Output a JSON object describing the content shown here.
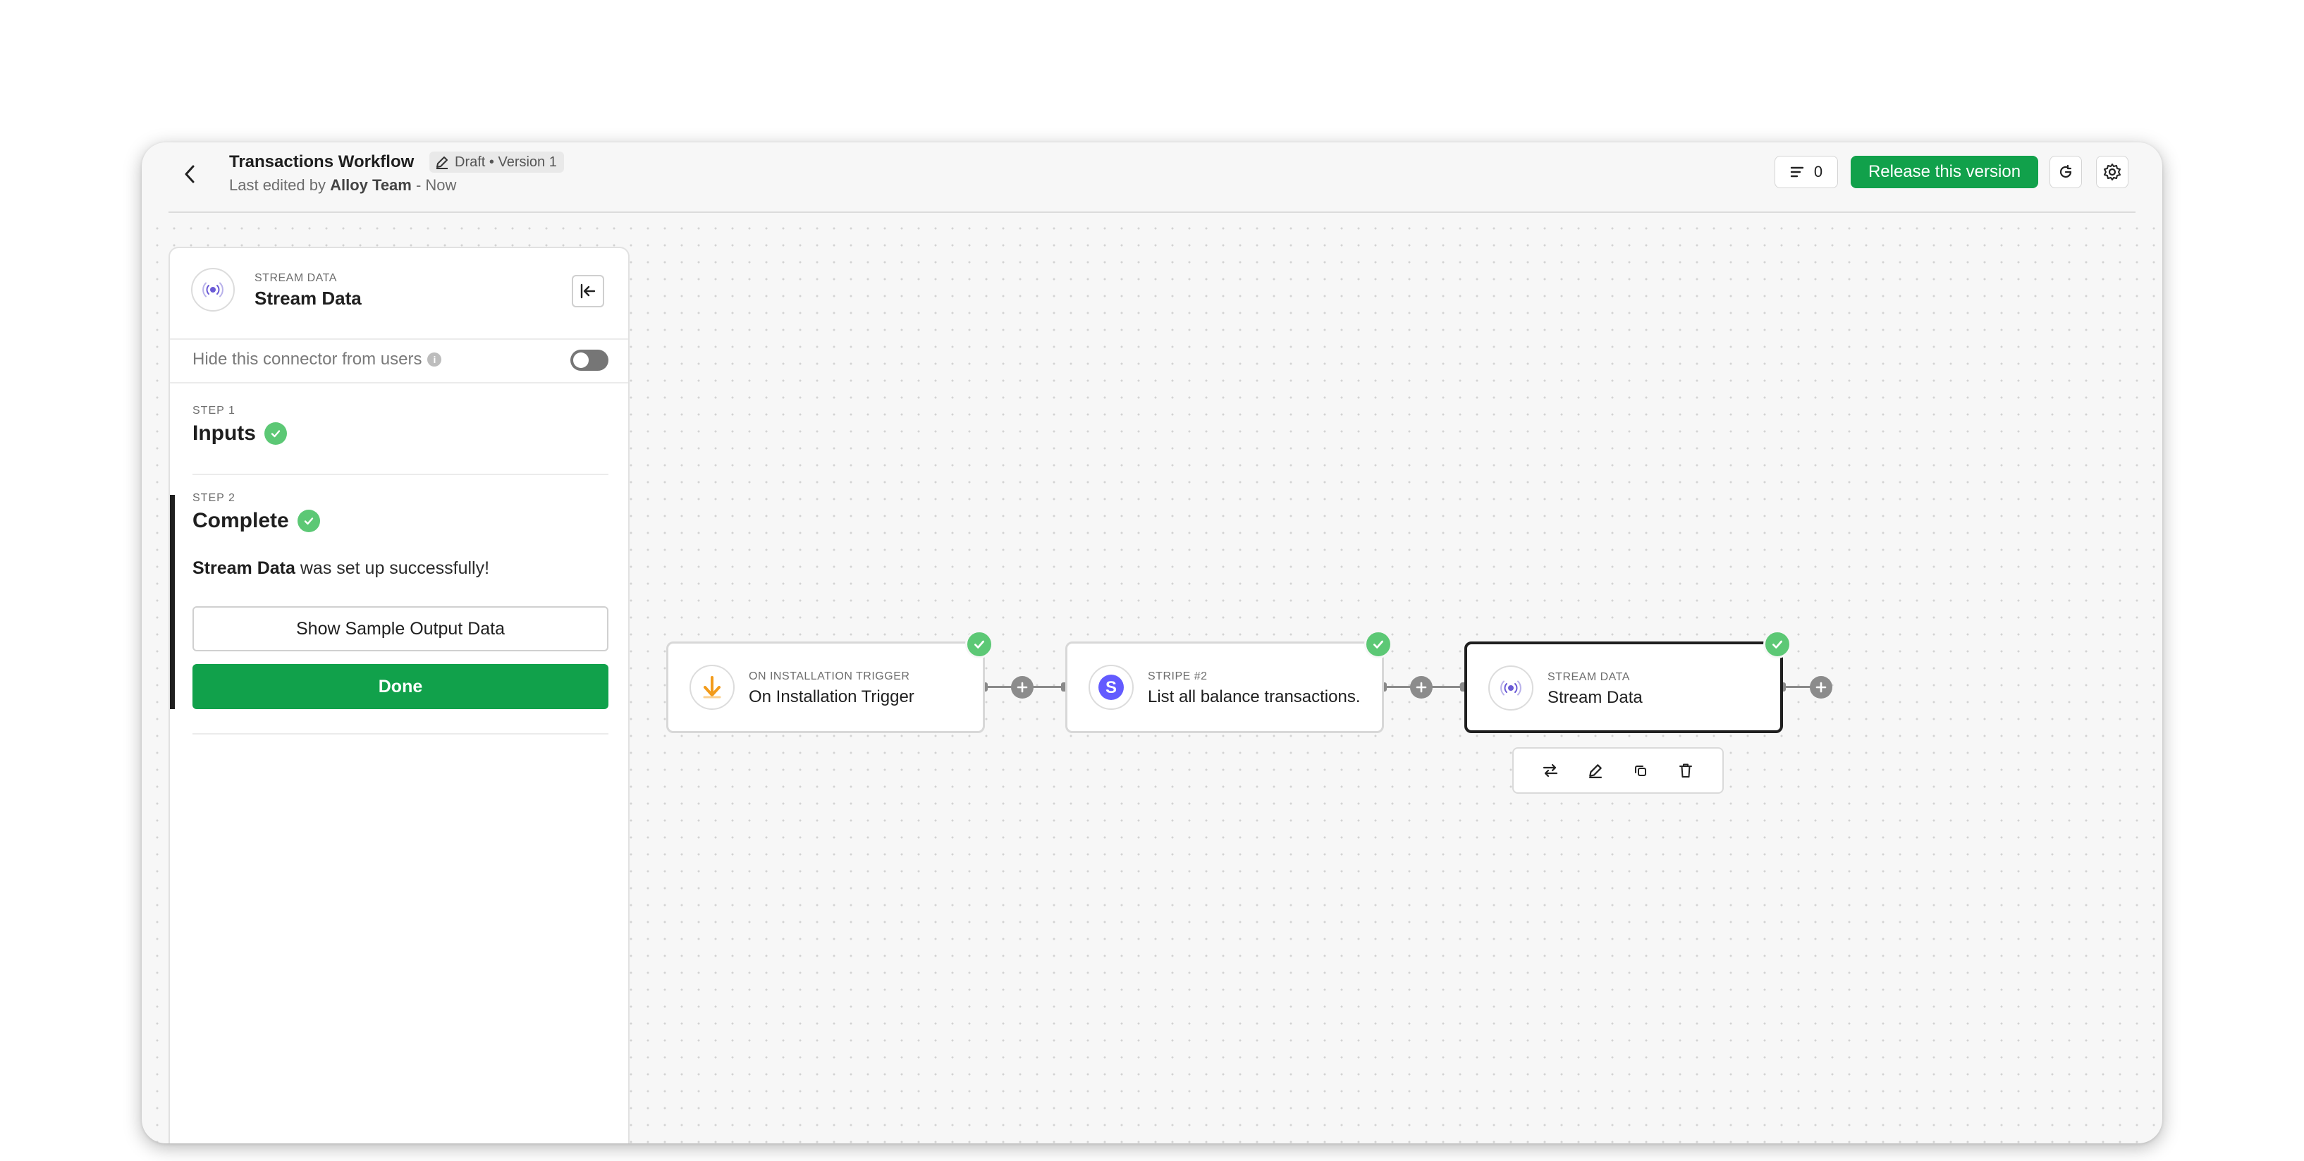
{
  "header": {
    "title": "Transactions Workflow",
    "badge": "Draft • Version 1",
    "last_edited_prefix": "Last edited by",
    "last_edited_user": "Alloy Team",
    "last_edited_suffix": "- Now",
    "count": "0",
    "release_label": "Release this version"
  },
  "panel": {
    "kicker": "STREAM DATA",
    "title": "Stream Data",
    "hide_label": "Hide this connector from users",
    "hide_toggle_on": false,
    "step1": {
      "kicker": "STEP 1",
      "title": "Inputs"
    },
    "step2": {
      "kicker": "STEP 2",
      "title": "Complete"
    },
    "success_name": "Stream Data",
    "success_suffix": "was set up successfully!",
    "sample_button": "Show Sample Output Data",
    "done_button": "Done"
  },
  "nodes": [
    {
      "kicker": "ON INSTALLATION TRIGGER",
      "title": "On Installation Trigger",
      "icon": "download-arrow-icon"
    },
    {
      "kicker": "STRIPE #2",
      "title": "List all balance transactions.",
      "icon": "stripe-icon"
    },
    {
      "kicker": "STREAM DATA",
      "title": "Stream Data",
      "icon": "stream-icon",
      "selected": true
    }
  ],
  "colors": {
    "primary_green": "#11a14b",
    "check_green": "#5cc875",
    "stripe_purple": "#635bff",
    "trigger_orange": "#f29b1b",
    "stream_purple": "#6b5bd6"
  }
}
